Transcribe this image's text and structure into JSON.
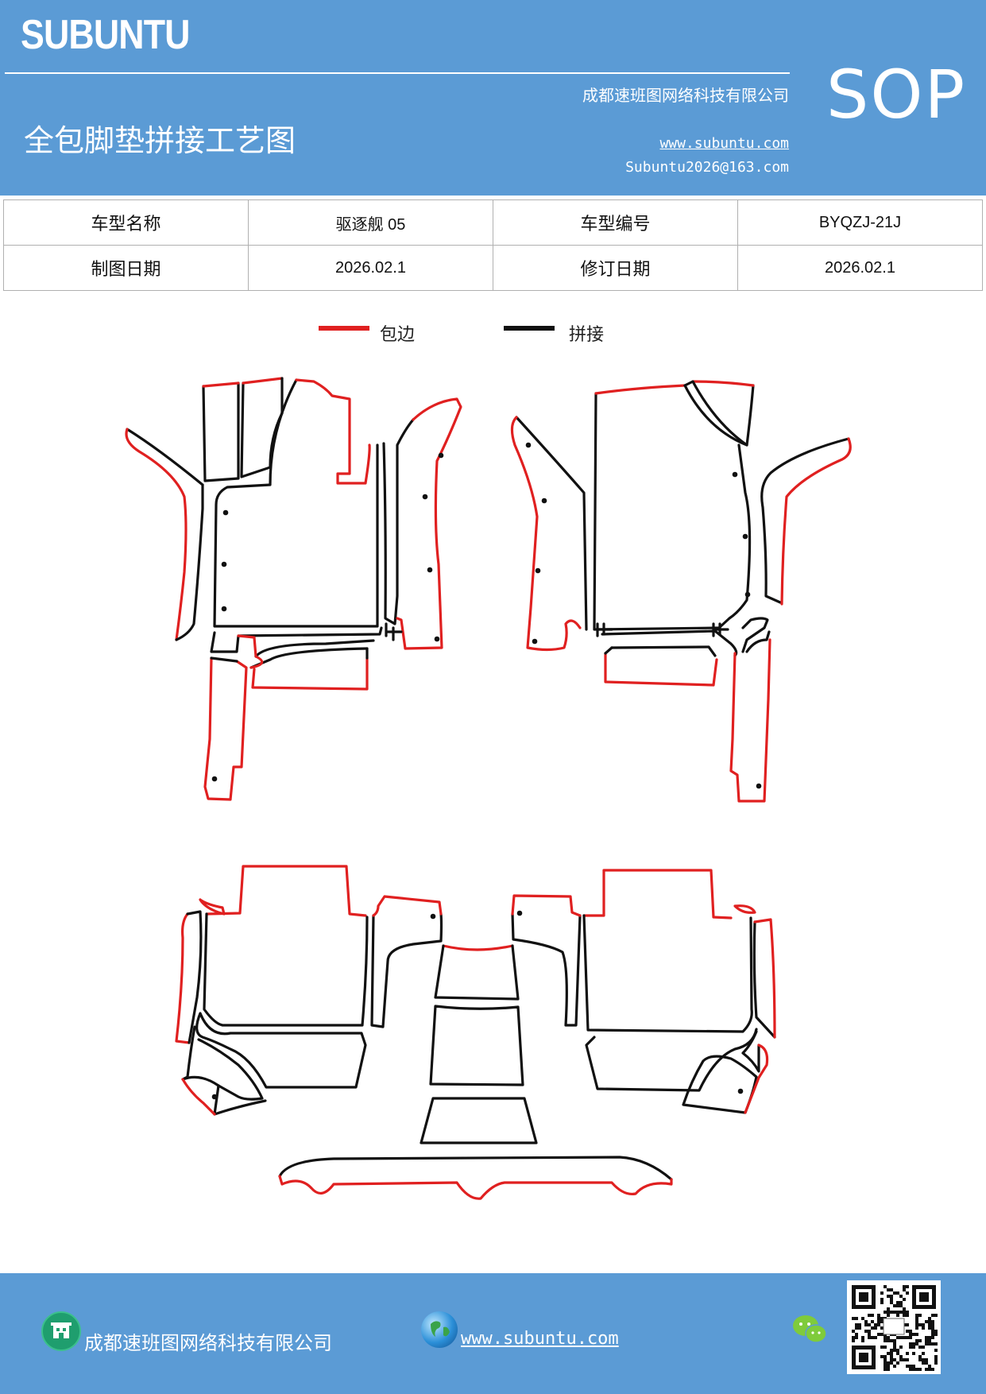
{
  "header": {
    "brand": "SUBUNTU",
    "company": "成都速班图网络科技有限公司",
    "title": "全包脚垫拼接工艺图",
    "website": "www.subuntu.com",
    "email": "Subuntu2026@163.com",
    "badge": "SOP"
  },
  "info_table": {
    "row1": {
      "label1": "车型名称",
      "value1": "驱逐舰 05",
      "label2": "车型编号",
      "value2": "BYQZJ-21J"
    },
    "row2": {
      "label1": "制图日期",
      "value1": "2026.02.1",
      "label2": "修订日期",
      "value2": "2026.02.1"
    }
  },
  "legend": {
    "edge": {
      "label": "包边",
      "color": "#e02020"
    },
    "splice": {
      "label": "拼接",
      "color": "#111111"
    }
  },
  "footer": {
    "company": "成都速班图网络科技有限公司",
    "website": "www.subuntu.com",
    "building_icon": "building-icon",
    "globe_icon": "globe-icon",
    "wechat_icon": "wechat-icon"
  }
}
